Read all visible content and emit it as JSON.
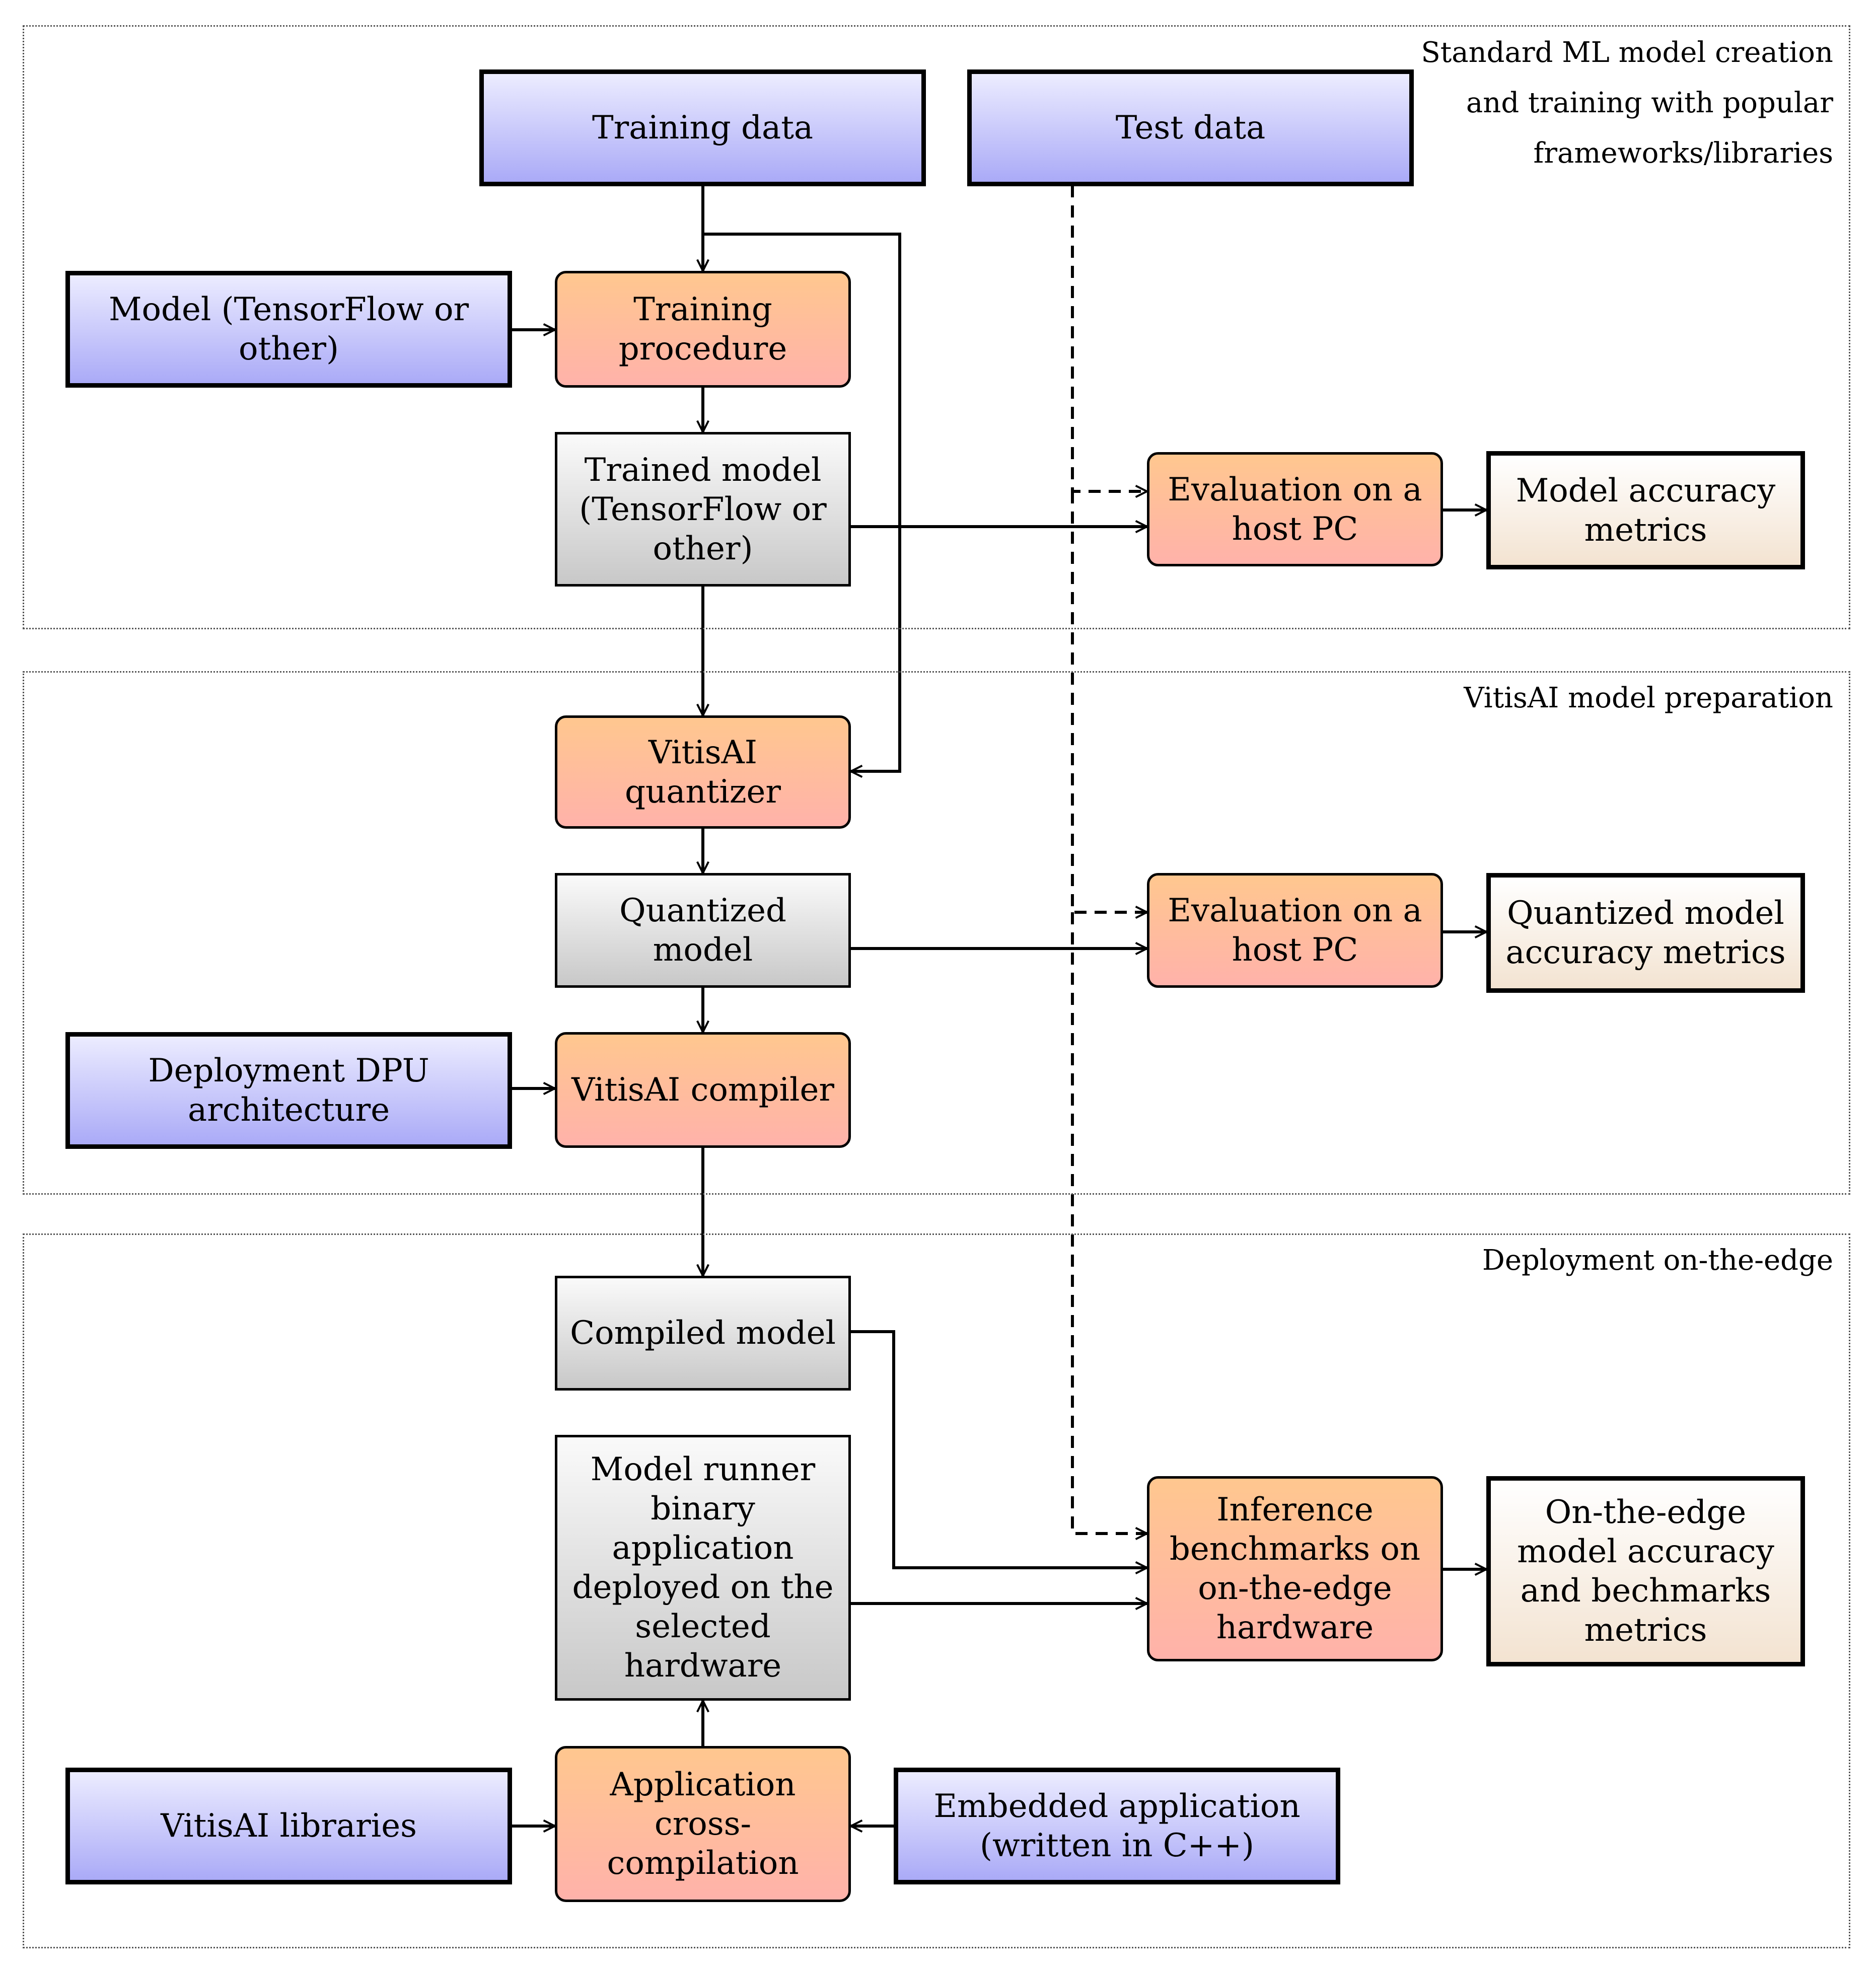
{
  "regions": {
    "training": {
      "label_lines": [
        "Standard ML model creation",
        "and training with popular",
        "frameworks/libraries"
      ]
    },
    "preparation": {
      "label_lines": [
        "VitisAI model preparation"
      ]
    },
    "deployment": {
      "label_lines": [
        "Deployment on-the-edge"
      ]
    }
  },
  "nodes": {
    "training_data": {
      "lines": [
        "Training data"
      ],
      "kind": "data"
    },
    "test_data": {
      "lines": [
        "Test data"
      ],
      "kind": "data"
    },
    "model_input": {
      "lines": [
        "Model (TensorFlow or",
        "other)"
      ],
      "kind": "data"
    },
    "training_procedure": {
      "lines": [
        "Training",
        "procedure"
      ],
      "kind": "process"
    },
    "trained_model": {
      "lines": [
        "Trained model",
        "(TensorFlow or",
        "other)"
      ],
      "kind": "model"
    },
    "eval_host_1": {
      "lines": [
        "Evaluation on a",
        "host PC"
      ],
      "kind": "process"
    },
    "model_accuracy": {
      "lines": [
        "Model accuracy",
        "metrics"
      ],
      "kind": "metric"
    },
    "vitisai_quantizer": {
      "lines": [
        "VitisAI quantizer"
      ],
      "kind": "process"
    },
    "quantized_model": {
      "lines": [
        "Quantized",
        "model"
      ],
      "kind": "model"
    },
    "eval_host_2": {
      "lines": [
        "Evaluation on a",
        "host PC"
      ],
      "kind": "process"
    },
    "quantized_accuracy": {
      "lines": [
        "Quantized model",
        "accuracy metrics"
      ],
      "kind": "metric"
    },
    "deployment_dpu": {
      "lines": [
        "Deployment DPU",
        "architecture"
      ],
      "kind": "data"
    },
    "vitisai_compiler": {
      "lines": [
        "VitisAI compiler"
      ],
      "kind": "process"
    },
    "compiled_model": {
      "lines": [
        "Compiled model"
      ],
      "kind": "model"
    },
    "model_runner": {
      "lines": [
        "Model runner",
        "binary",
        "application",
        "deployed on the",
        "selected",
        "hardware"
      ],
      "kind": "model"
    },
    "inference_benchmarks": {
      "lines": [
        "Inference",
        "benchmarks on",
        "on-the-edge",
        "hardware"
      ],
      "kind": "process"
    },
    "edge_metrics": {
      "lines": [
        "On-the-edge",
        "model accuracy",
        "and bechmarks",
        "metrics"
      ],
      "kind": "metric"
    },
    "vitisai_libraries": {
      "lines": [
        "VitisAI libraries"
      ],
      "kind": "data"
    },
    "app_cross_compilation": {
      "lines": [
        "Application",
        "cross-",
        "compilation"
      ],
      "kind": "process"
    },
    "embedded_app": {
      "lines": [
        "Embedded application",
        "(written in C++)"
      ],
      "kind": "data"
    }
  },
  "edges": [
    {
      "from": "training_data",
      "to": "training_procedure",
      "style": "solid"
    },
    {
      "from": "training_data",
      "to": "vitisai_quantizer",
      "style": "solid"
    },
    {
      "from": "model_input",
      "to": "training_procedure",
      "style": "solid"
    },
    {
      "from": "training_procedure",
      "to": "trained_model",
      "style": "solid"
    },
    {
      "from": "trained_model",
      "to": "eval_host_1",
      "style": "solid"
    },
    {
      "from": "test_data",
      "to": "eval_host_1",
      "style": "dashed"
    },
    {
      "from": "eval_host_1",
      "to": "model_accuracy",
      "style": "solid"
    },
    {
      "from": "trained_model",
      "to": "vitisai_quantizer",
      "style": "solid"
    },
    {
      "from": "vitisai_quantizer",
      "to": "quantized_model",
      "style": "solid"
    },
    {
      "from": "quantized_model",
      "to": "eval_host_2",
      "style": "solid"
    },
    {
      "from": "test_data",
      "to": "eval_host_2",
      "style": "dashed"
    },
    {
      "from": "eval_host_2",
      "to": "quantized_accuracy",
      "style": "solid"
    },
    {
      "from": "quantized_model",
      "to": "vitisai_compiler",
      "style": "solid"
    },
    {
      "from": "deployment_dpu",
      "to": "vitisai_compiler",
      "style": "solid"
    },
    {
      "from": "vitisai_compiler",
      "to": "compiled_model",
      "style": "solid"
    },
    {
      "from": "compiled_model",
      "to": "inference_benchmarks",
      "style": "solid"
    },
    {
      "from": "model_runner",
      "to": "inference_benchmarks",
      "style": "solid"
    },
    {
      "from": "test_data",
      "to": "inference_benchmarks",
      "style": "dashed"
    },
    {
      "from": "inference_benchmarks",
      "to": "edge_metrics",
      "style": "solid"
    },
    {
      "from": "app_cross_compilation",
      "to": "model_runner",
      "style": "solid"
    },
    {
      "from": "vitisai_libraries",
      "to": "app_cross_compilation",
      "style": "solid"
    },
    {
      "from": "embedded_app",
      "to": "app_cross_compilation",
      "style": "solid"
    }
  ]
}
